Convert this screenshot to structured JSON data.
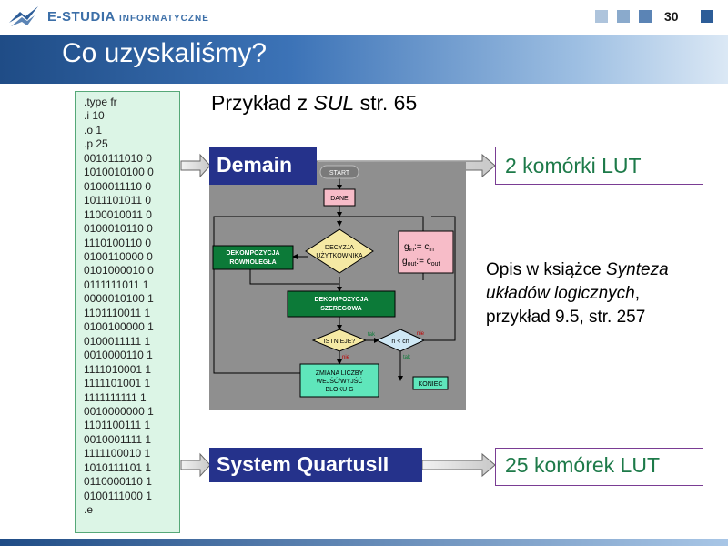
{
  "header": {
    "brand_main": "E-STUDIA",
    "brand_sub": "INFORMATYCZNE",
    "page_number": "30",
    "squares": [
      "#aec4dc",
      "#8aaacc",
      "#5b84b5",
      "#2d5d98"
    ]
  },
  "slide": {
    "title": "Co uzyskaliśmy?",
    "example_prefix": "Przykład z ",
    "example_em": "SUL",
    "example_suffix": " str. 65"
  },
  "code_lines": [
    ".type fr",
    ".i 10",
    ".o 1",
    ".p 25",
    "0010111010 0",
    "1010010100 0",
    "0100011110 0",
    "1011101011 0",
    "1100010011 0",
    "0100010110 0",
    "1110100110 0",
    "0100110000 0",
    "0101000010 0",
    "0111111011 1",
    "0000010100 1",
    "1101110011 1",
    "0100100000 1",
    "0100011111 1",
    "0010000110 1",
    "1111010001 1",
    "1111101001 1",
    "1111111111 1",
    "0010000000 1",
    "1101100111 1",
    "0010001111 1",
    "1111100010 1",
    "1010111101 1",
    "0110000110 1",
    "0100111000 1",
    ".e"
  ],
  "tools": {
    "demain": "Demain",
    "quartus": "System QuartusII",
    "result_demain": "2 komórki LUT",
    "result_quartus": "25 komórek LUT"
  },
  "flowchart": {
    "start": "START",
    "dane": "DANE",
    "decision": [
      "DECYZJA",
      "UŻYTKOWNIKA"
    ],
    "parallel": [
      "DEKOMPOZYCJA",
      "RÓWNOLEGŁA"
    ],
    "serial": [
      "DEKOMPOZYCJA",
      "SZEREGOWA"
    ],
    "exists": "ISTNIEJE?",
    "compare": "n < cn",
    "change": [
      "ZMIANA LICZBY",
      "WEJŚĆ/WYJŚĆ",
      "BLOKU G"
    ],
    "end": "KONIEC",
    "yes": "tak",
    "no": "nie",
    "gin_left": "gin:= cin",
    "gout_left": "gout:= cout"
  },
  "description": {
    "line1_prefix": "Opis w książce ",
    "line1_em": "Synteza",
    "line2_em": "układów logicznych",
    "line2_suffix": ",",
    "line3": "przykład 9.5, str. 257"
  }
}
